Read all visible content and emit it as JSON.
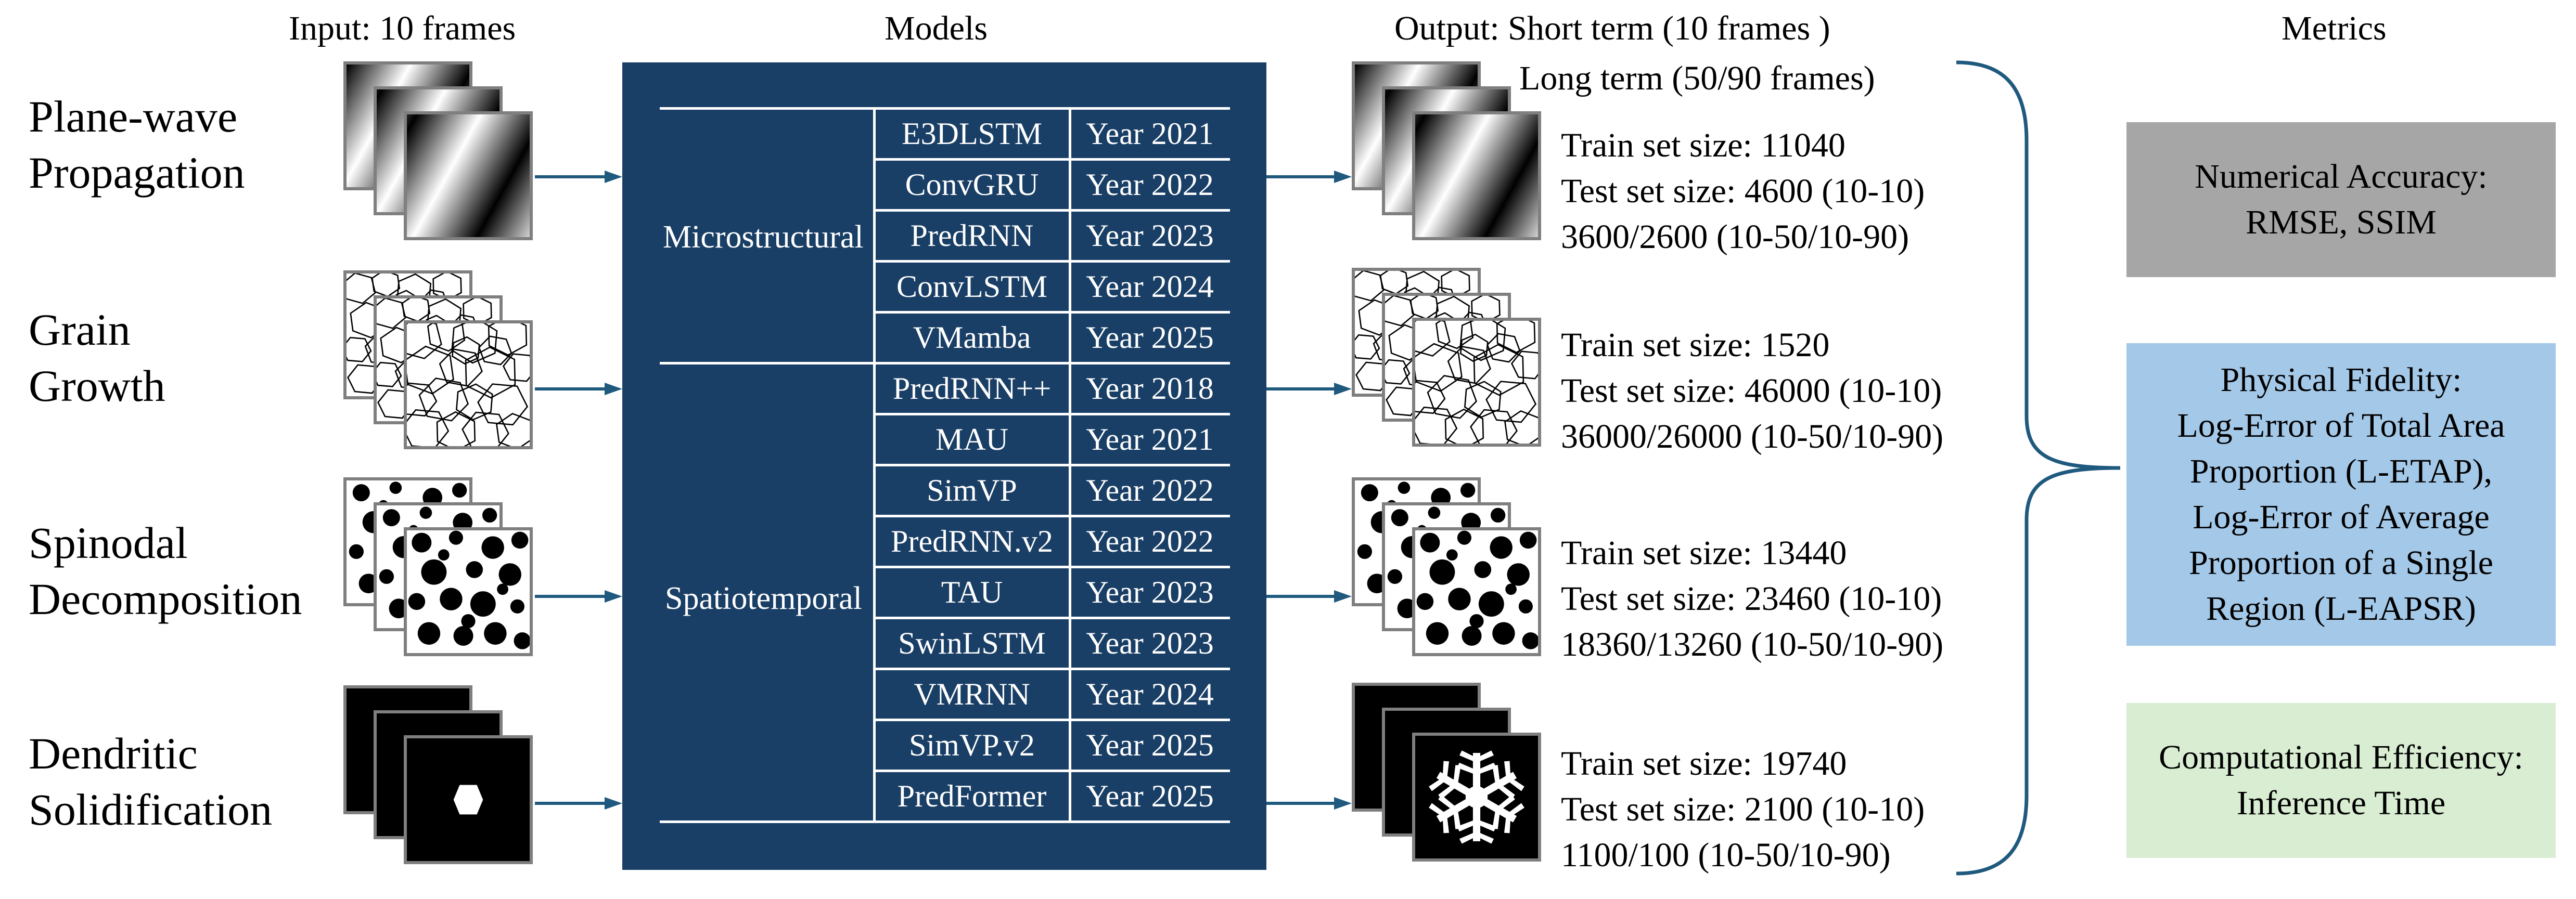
{
  "headers": {
    "input": "Input: 10 frames",
    "models": "Models",
    "output": "Output: Short term (10 frames )",
    "output_long": "Long term (50/90 frames)",
    "metrics": "Metrics"
  },
  "rows": [
    {
      "line1": "Plane-wave",
      "line2": "Propagation",
      "pattern": "stripes",
      "train": "Train set size: 11040",
      "test": "Test set size: 4600 (10-10)",
      "long": "3600/2600 (10-50/10-90)"
    },
    {
      "line1": "Grain",
      "line2": "Growth",
      "pattern": "grains",
      "train": "Train set size: 1520",
      "test": "Test set size: 46000 (10-10)",
      "long": "36000/26000 (10-50/10-90)"
    },
    {
      "line1": "Spinodal",
      "line2": "Decomposition",
      "pattern": "dots",
      "train": "Train set size: 13440",
      "test": "Test set size: 23460 (10-10)",
      "long": "18360/13260 (10-50/10-90)"
    },
    {
      "line1": "Dendritic",
      "line2": "Solidification",
      "pattern": "dendrite",
      "train": "Train set size: 19740",
      "test": "Test set size: 2100 (10-10)",
      "long": "1100/100 (10-50/10-90)"
    }
  ],
  "groups": {
    "micro": "Microstructural",
    "spatio": "Spatiotemporal"
  },
  "models": [
    {
      "name": "E3DLSTM",
      "year": "Year 2021"
    },
    {
      "name": "ConvGRU",
      "year": "Year 2022"
    },
    {
      "name": "PredRNN",
      "year": "Year 2023"
    },
    {
      "name": "ConvLSTM",
      "year": "Year 2024"
    },
    {
      "name": "VMamba",
      "year": "Year 2025"
    },
    {
      "name": "PredRNN++",
      "year": "Year 2018"
    },
    {
      "name": "MAU",
      "year": "Year 2021"
    },
    {
      "name": "SimVP",
      "year": "Year 2022"
    },
    {
      "name": "PredRNN.v2",
      "year": "Year 2022"
    },
    {
      "name": "TAU",
      "year": "Year 2023"
    },
    {
      "name": "SwinLSTM",
      "year": "Year 2023"
    },
    {
      "name": "VMRNN",
      "year": "Year 2024"
    },
    {
      "name": "SimVP.v2",
      "year": "Year 2025"
    },
    {
      "name": "PredFormer",
      "year": "Year 2025"
    }
  ],
  "metrics": [
    {
      "lines": [
        "Numerical Accuracy:",
        "RMSE, SSIM"
      ],
      "color": "#a6a6a6"
    },
    {
      "lines": [
        "Physical Fidelity:",
        "Log-Error of Total Area",
        "Proportion (L-ETAP),",
        "Log-Error of Average",
        "Proportion of a Single",
        "Region (L-EAPSR)"
      ],
      "color": "#a4c8e8"
    },
    {
      "lines": [
        "Computational Efficiency:",
        "Inference Time"
      ],
      "color": "#d8edd2"
    }
  ],
  "colors": {
    "models_bg": "#1a3f66",
    "arrow": "#1f5a7e",
    "frame_border": "#7f7f7f"
  }
}
